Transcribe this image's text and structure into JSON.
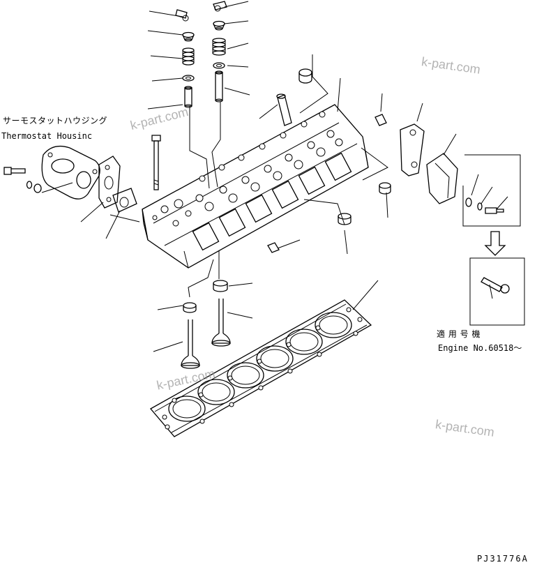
{
  "labels": {
    "thermostat_jp": "サーモスタットハウジング",
    "thermostat_en": "Thermostat Housinc",
    "applicable_jp": "適 用 号 機",
    "engine_no": "Engine No.60518～",
    "drawing_code": "PJ31776A"
  },
  "watermarks": [
    "k-part.com",
    "k-part.com",
    "k-part.com",
    "k-part.com"
  ]
}
